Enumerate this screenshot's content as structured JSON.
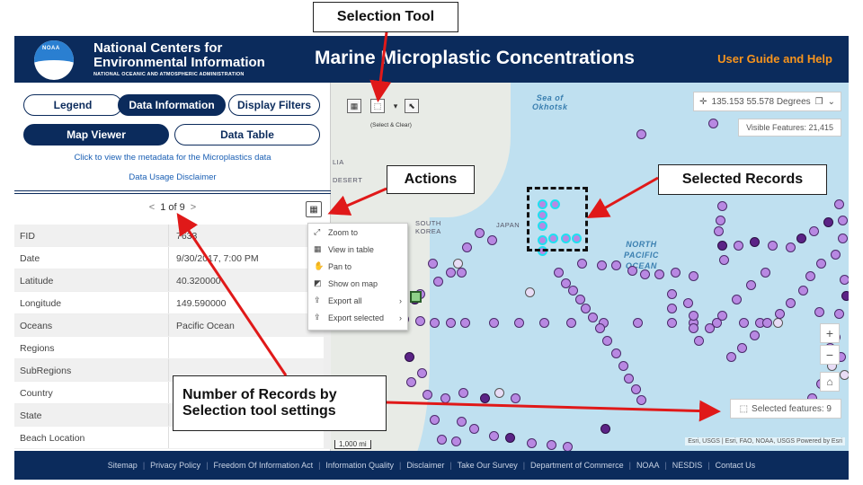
{
  "header": {
    "logo_text": "NOAA",
    "org_line1": "National Centers for",
    "org_line2": "Environmental Information",
    "org_line3": "NATIONAL OCEANIC AND ATMOSPHERIC ADMINISTRATION",
    "title": "Marine Microplastic Concentrations",
    "help_link": "User Guide and Help"
  },
  "panel": {
    "buttons": {
      "legend": "Legend",
      "data_information": "Data Information",
      "display_filters": "Display Filters",
      "map_viewer": "Map Viewer",
      "data_table": "Data Table"
    },
    "metadata_link": "Click to view the metadata for the Microplastics data",
    "disclaimer_link": "Data Usage Disclaimer",
    "pager": {
      "prev": "<",
      "text": "1 of 9",
      "next": ">"
    },
    "actions_icon": "grid-icon",
    "rows": [
      {
        "key": "FID",
        "value": "7633"
      },
      {
        "key": "Date",
        "value": "9/30/2017, 7:00 PM"
      },
      {
        "key": "Latitude",
        "value": "40.320000"
      },
      {
        "key": "Longitude",
        "value": "149.590000"
      },
      {
        "key": "Oceans",
        "value": "Pacific Ocean"
      },
      {
        "key": "Regions",
        "value": ""
      },
      {
        "key": "SubRegions",
        "value": ""
      },
      {
        "key": "Country",
        "value": ""
      },
      {
        "key": "State",
        "value": ""
      },
      {
        "key": "Beach Location",
        "value": ""
      }
    ]
  },
  "menu": {
    "items": [
      {
        "label": "Zoom to",
        "icon": "zoom-icon",
        "glyph": "⤢",
        "chevron": ""
      },
      {
        "label": "View in table",
        "icon": "table-icon",
        "glyph": "▦",
        "chevron": ""
      },
      {
        "label": "Pan to",
        "icon": "hand-icon",
        "glyph": "✋",
        "chevron": ""
      },
      {
        "label": "Show on map",
        "icon": "map-icon",
        "glyph": "◩",
        "chevron": ""
      },
      {
        "label": "Export all",
        "icon": "export-icon",
        "glyph": "⇪",
        "chevron": "›"
      },
      {
        "label": "Export selected",
        "icon": "export-icon",
        "glyph": "⇪",
        "chevron": "›"
      }
    ]
  },
  "map": {
    "labels": {
      "sea_of_okhotsk": "Sea of\nOkhotsk",
      "desert": "DESERT",
      "asia": "LIA",
      "south_korea": "SOUTH\nKOREA",
      "japan": "JAPAN",
      "north_pacific": "NORTH\nPACIFIC\nOCEAN"
    },
    "tool_caption": "(Select & Clear)",
    "coordinates": "135.153 55.578 Degrees",
    "visible_features": "Visible Features: 21,415",
    "selected_features": "Selected features: 9",
    "attribution": "Esri, USGS | Esri, FAO, NOAA, USGS   Powered by Esri",
    "scale": "1,000 mi",
    "zoom_in": "+",
    "zoom_out": "−",
    "home": "⌂"
  },
  "footer": {
    "links": [
      "Sitemap",
      "Privacy Policy",
      "Freedom Of Information Act",
      "Information Quality",
      "Disclaimer",
      "Take Our Survey",
      "Department of Commerce",
      "NOAA",
      "NESDIS",
      "Contact Us"
    ]
  },
  "callouts": {
    "selection_tool": "Selection Tool",
    "actions": "Actions",
    "selected_records": "Selected Records",
    "number_records_line1": "Number of Records by",
    "number_records_line2": "Selection tool settings"
  },
  "colors": {
    "navy": "#0b2b5c",
    "accent_orange": "#f7941d",
    "point_purple": "#b888e2",
    "point_dark": "#5b2386",
    "selection_cyan": "#1fe0f0",
    "arrow_red": "#e01919"
  }
}
